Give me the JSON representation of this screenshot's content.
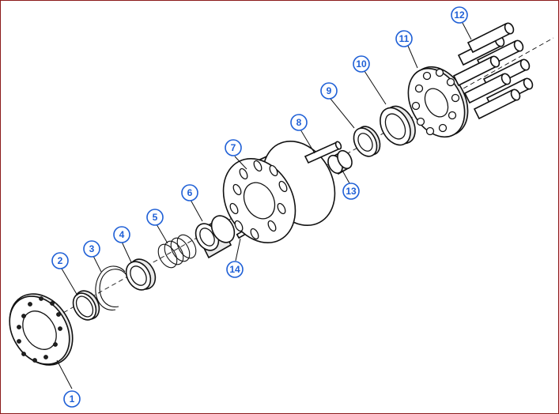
{
  "callouts": [
    {
      "id": "c1",
      "label": "1"
    },
    {
      "id": "c2",
      "label": "2"
    },
    {
      "id": "c3",
      "label": "3"
    },
    {
      "id": "c4",
      "label": "4"
    },
    {
      "id": "c5",
      "label": "5"
    },
    {
      "id": "c6",
      "label": "6"
    },
    {
      "id": "c7",
      "label": "7"
    },
    {
      "id": "c8",
      "label": "8"
    },
    {
      "id": "c9",
      "label": "9"
    },
    {
      "id": "c10",
      "label": "10"
    },
    {
      "id": "c11",
      "label": "11"
    },
    {
      "id": "c12",
      "label": "12"
    },
    {
      "id": "c13",
      "label": "13"
    },
    {
      "id": "c14",
      "label": "14"
    }
  ],
  "colors": {
    "frame_border": "#8b1a1a",
    "callout": "#1e5fd6",
    "line_art": "#111111"
  }
}
